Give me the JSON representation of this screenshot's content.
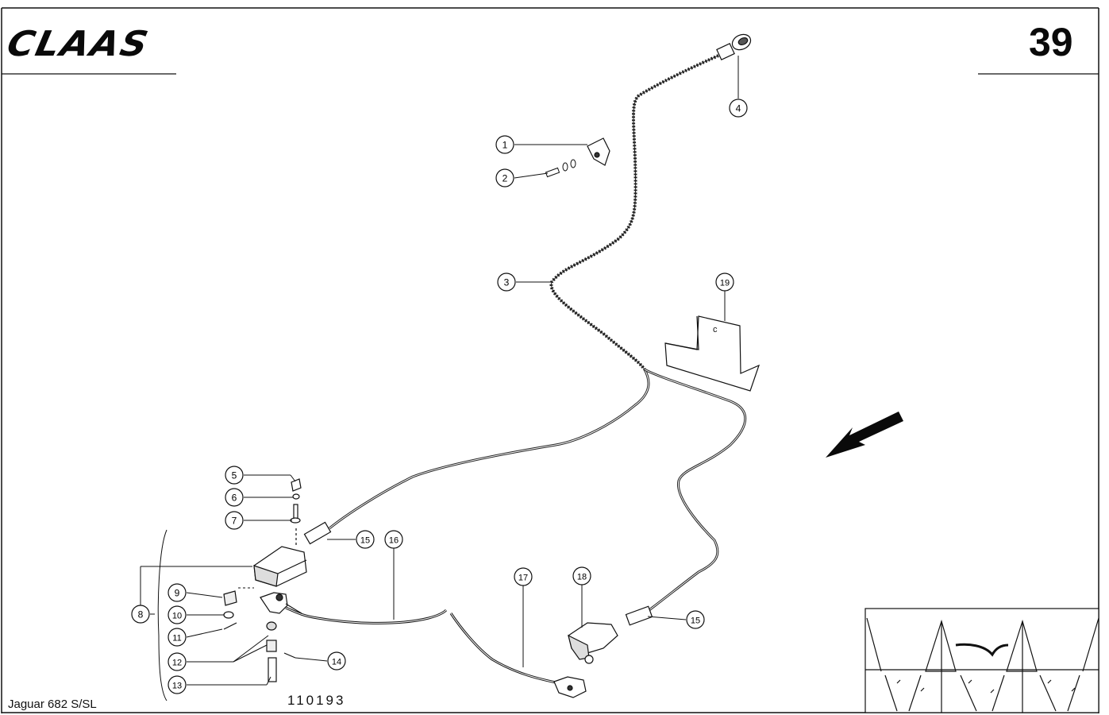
{
  "header": {
    "brand": "CLAAS",
    "page_number": "39"
  },
  "footer": {
    "model": "Jaguar 682 S/SL",
    "drawing_number": "110193"
  },
  "callouts": [
    "1",
    "2",
    "3",
    "4",
    "5",
    "6",
    "7",
    "8",
    "9",
    "10",
    "11",
    "12",
    "13",
    "14",
    "15",
    "15",
    "16",
    "17",
    "18",
    "19"
  ],
  "part_marks": {
    "part19_letter": "c"
  }
}
